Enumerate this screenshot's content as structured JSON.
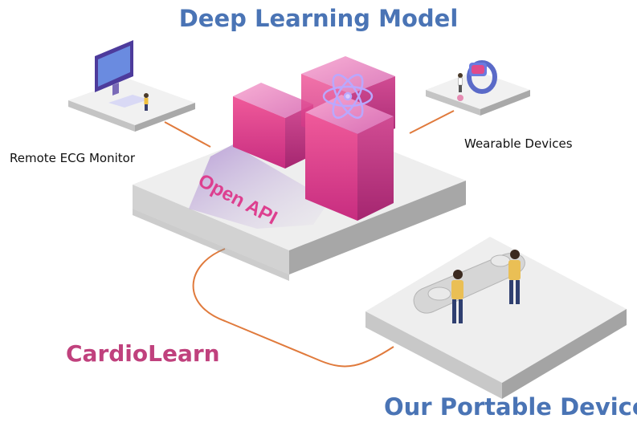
{
  "title": "Deep Learning Model",
  "api_label": "Open API",
  "brand": "CardioLearn",
  "nodes": {
    "remote_ecg": "Remote ECG Monitor",
    "wearable": "Wearable Devices",
    "portable": "Our Portable Devices"
  },
  "colors": {
    "title_blue": "#4a74b5",
    "brand_pink": "#c0417d",
    "connector_orange": "#e07a3c",
    "cube_magenta": "#e0407a",
    "cube_violet": "#a26bd6",
    "platform_top": "#f0f0f0",
    "platform_side": "#b5b5b5"
  },
  "icons": [
    "monitor-icon",
    "smartwatch-icon",
    "atom-icon",
    "person-icon",
    "portable-device-icon"
  ]
}
